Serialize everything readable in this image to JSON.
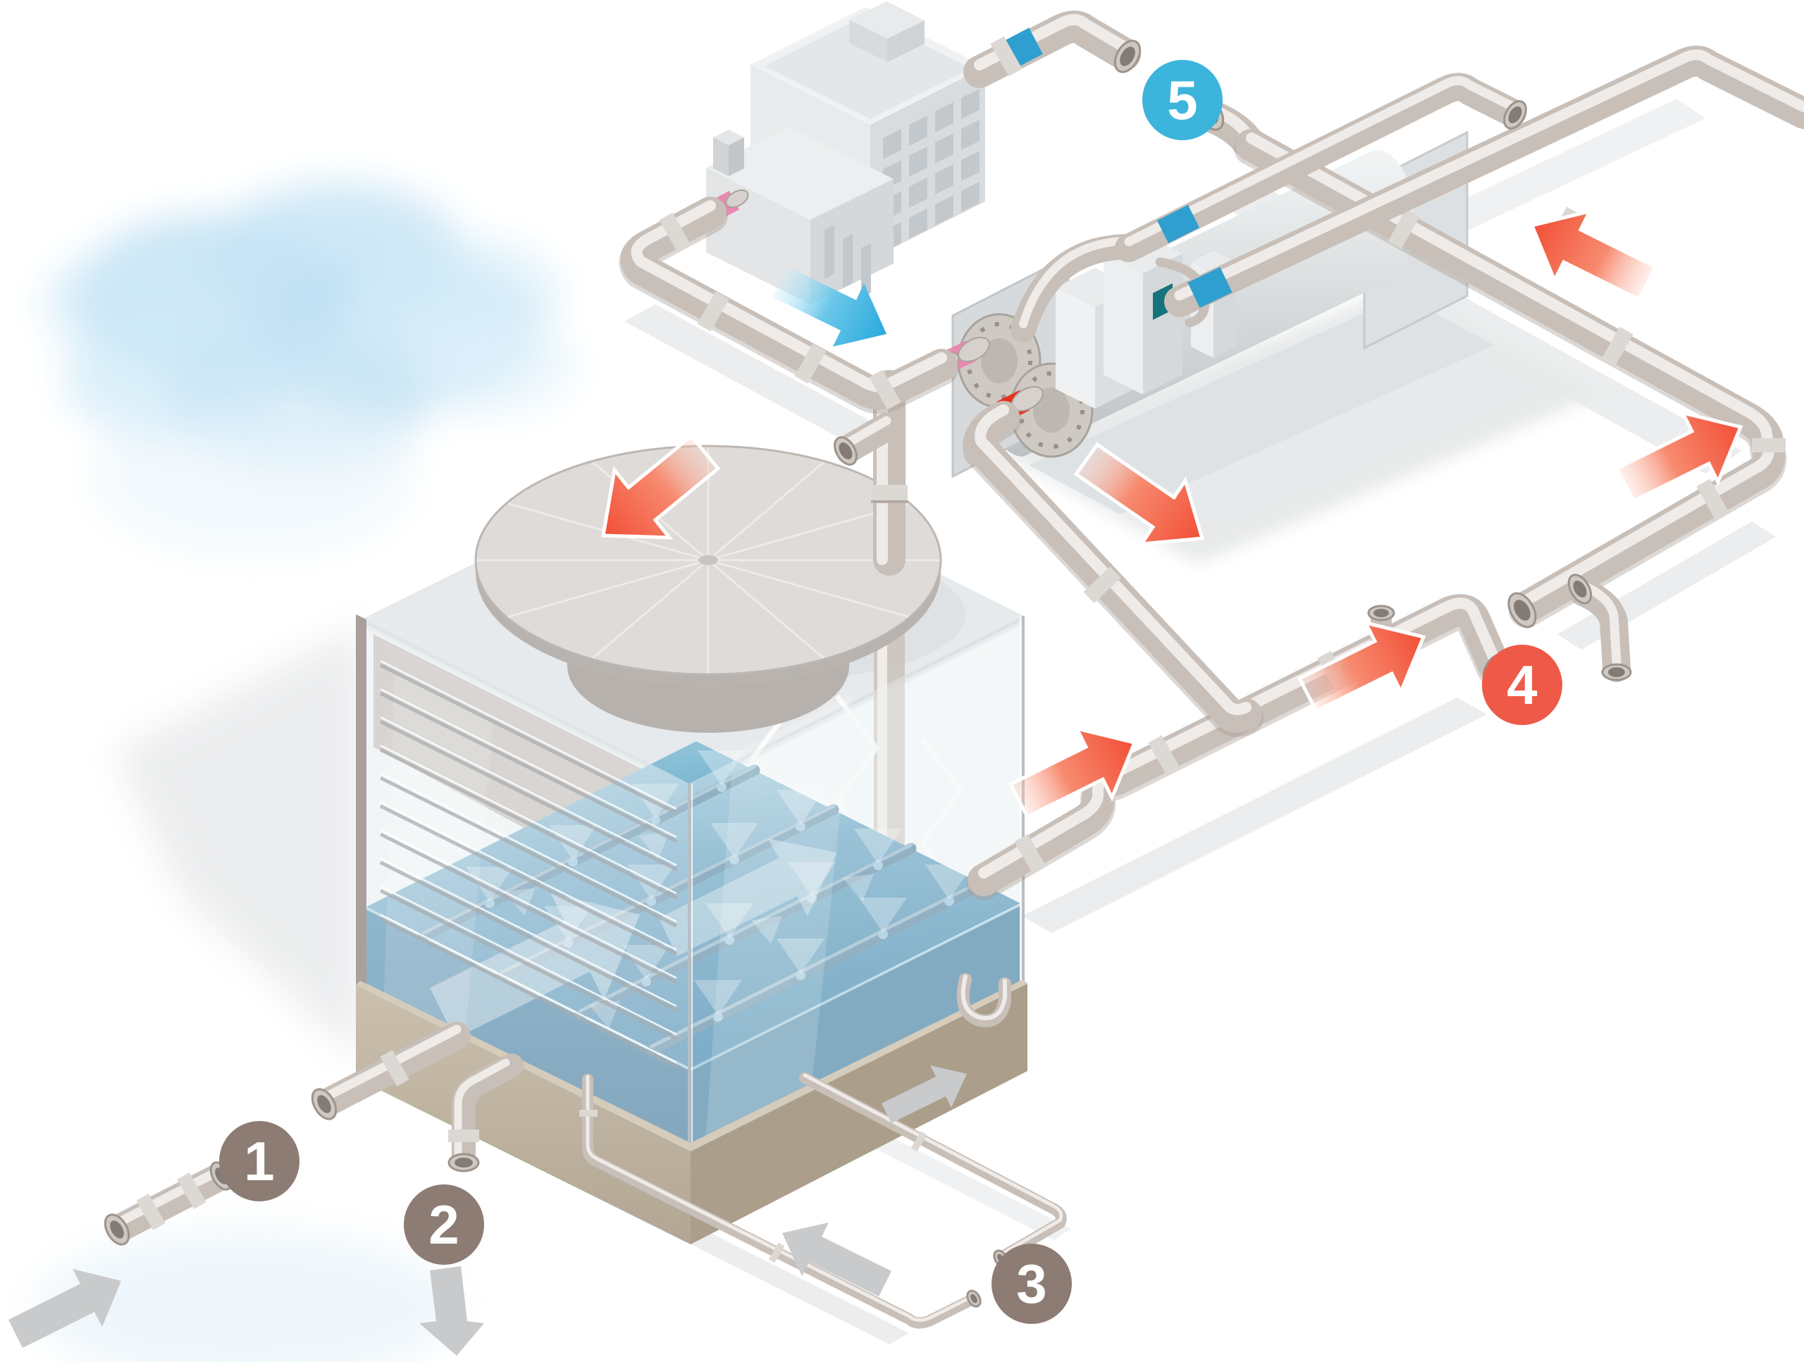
{
  "badges": [
    {
      "id": 1,
      "label": "1",
      "color": "#8c7c73"
    },
    {
      "id": 2,
      "label": "2",
      "color": "#8c7c73"
    },
    {
      "id": 3,
      "label": "3",
      "color": "#8c7c73"
    },
    {
      "id": 4,
      "label": "4",
      "color": "#ee5948"
    },
    {
      "id": 5,
      "label": "5",
      "color": "#3db4dc"
    }
  ],
  "colors": {
    "background": "#ffffff",
    "hot_flow_arrow": "#f25a43",
    "chilled_flow_arrow": "#3bb4e0",
    "drain_flow_arrow": "#c9cacb",
    "pipe_metal": "#c8bfb8",
    "water_deep": "#2e7ba7",
    "water_light": "#8ec7da",
    "basin_tan": "#c0b4a2",
    "vapor_blue": "#bfe0f4",
    "hot_connector": "#e8301b",
    "warm_connector": "#e989b0",
    "chilled_band": "#2f9fd0",
    "display_screen": "#15737c"
  }
}
